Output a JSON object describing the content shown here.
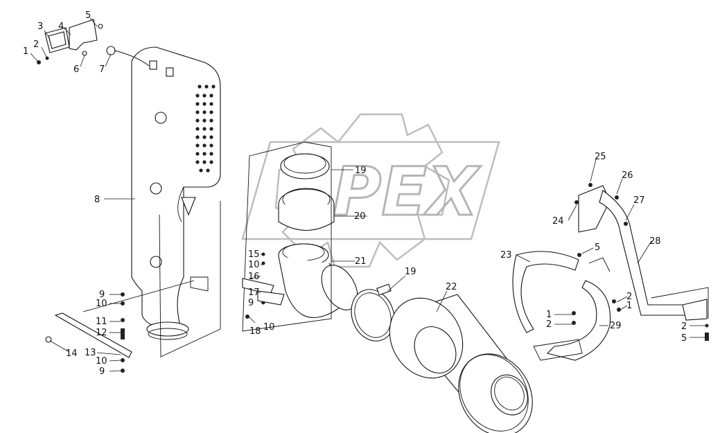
{
  "watermark": {
    "text": "PEX"
  },
  "callouts": [
    "1",
    "2",
    "3",
    "4",
    "5",
    "6",
    "7",
    "8",
    "9",
    "10",
    "11",
    "12",
    "13",
    "14",
    "15",
    "16",
    "17",
    "18",
    "19",
    "20",
    "21",
    "22",
    "23",
    "24",
    "25",
    "26",
    "27",
    "28",
    "29"
  ],
  "left_bracket_labels": [
    "9",
    "10",
    "11",
    "12",
    "13",
    "10",
    "9",
    "14"
  ],
  "mid_labels": [
    "15",
    "10",
    "16",
    "17",
    "9",
    "18",
    "10"
  ],
  "right_labels": [
    "25",
    "26",
    "24",
    "27",
    "28",
    "5",
    "23",
    "2",
    "1",
    "1",
    "2",
    "29",
    "2",
    "5"
  ]
}
